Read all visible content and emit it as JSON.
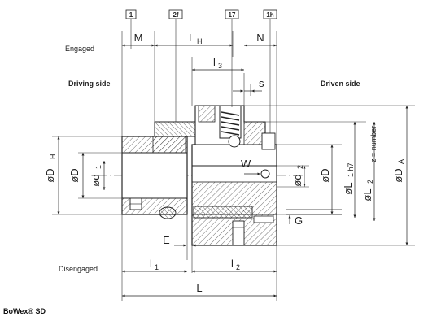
{
  "labels": {
    "engaged": "Engaged",
    "driving_side": "Driving side",
    "driven_side": "Driven side",
    "disengaged": "Disengaged",
    "caption": "BoWex® SD"
  },
  "tags": [
    "1",
    "2f",
    "17",
    "1h"
  ],
  "dims": {
    "M": "M",
    "LH": "L",
    "LH_sub": "H",
    "N": "N",
    "l3": "l",
    "l3_sub": "3",
    "s": "s",
    "DH": "øD",
    "DH_sub": "H",
    "D_left": "øD",
    "d1": "ød",
    "d1_sub": "1",
    "d2": "ød",
    "d2_sub": "2",
    "D_right": "øD",
    "L1": "øL",
    "L1_sub": "1 h7",
    "L2": "øL",
    "L2_sub": "2",
    "DA": "øD",
    "DA_sub": "A",
    "znote": "z = number",
    "W": "W",
    "G": "G",
    "E": "E",
    "l1": "l",
    "l1_sub": "1",
    "l2": "l",
    "l2_sub": "2",
    "L": "L"
  }
}
